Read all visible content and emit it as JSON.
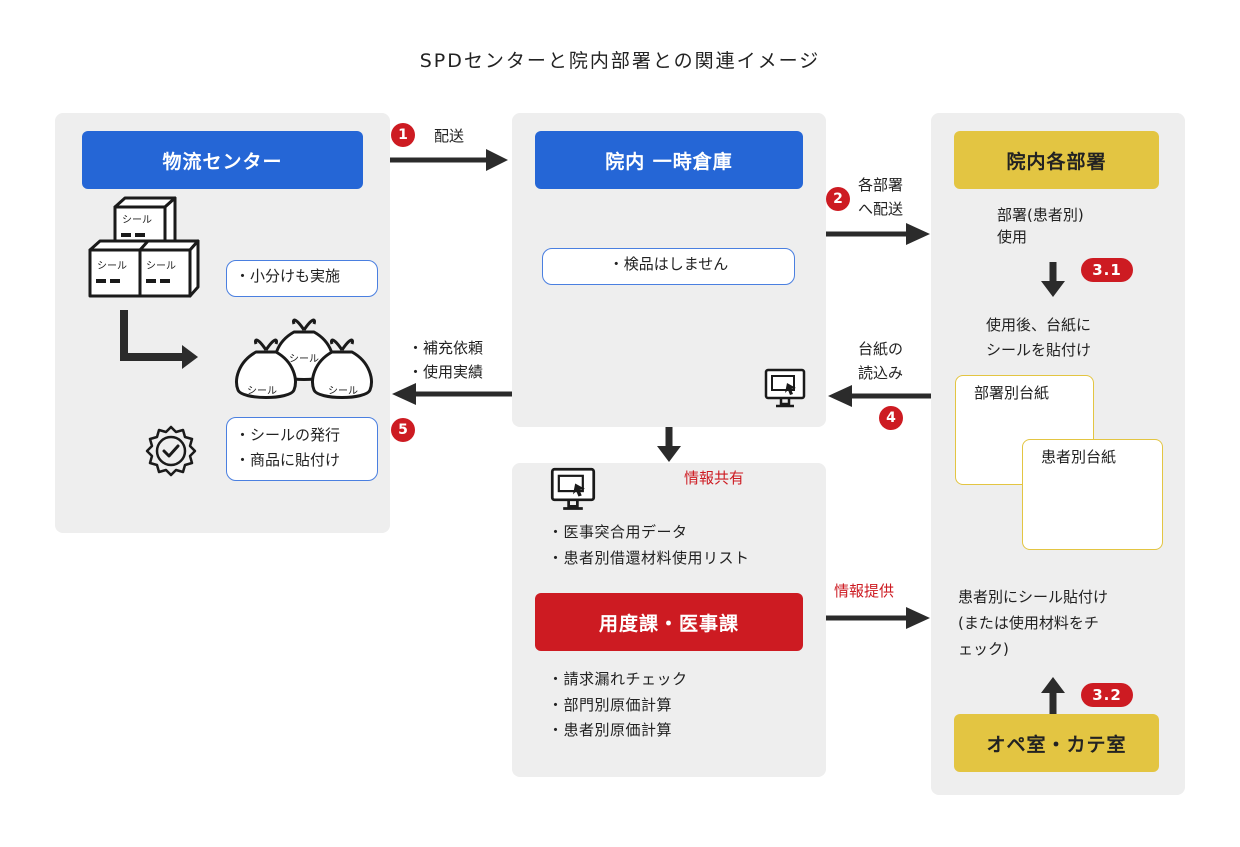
{
  "title": "SPDセンターと院内部署との関連イメージ",
  "logistics": {
    "header": "物流センター",
    "box_label": "シール",
    "bag_label": "シール",
    "note_subdivide": "・小分けも実施",
    "note_issue": [
      "・シールの発行",
      "・商品に貼付け"
    ]
  },
  "warehouse": {
    "header": "院内 一時倉庫",
    "note": "・検品はしません"
  },
  "info": {
    "share_label": "情報共有",
    "data_list": [
      "・医事突合用データ",
      "・患者別借還材料使用リスト"
    ],
    "dept_header": "用度課・医事課",
    "task_list": [
      "・請求漏れチェック",
      "・部門別原価計算",
      "・患者別原価計算"
    ]
  },
  "departments": {
    "header": "院内各部署",
    "usage": [
      "部署(患者別)",
      "使用"
    ],
    "after_use": [
      "使用後、台紙に",
      "シールを貼付け"
    ],
    "card_dept": "部署別台紙",
    "card_patient": "患者別台紙",
    "patient_sticker": [
      "患者別にシール貼付け",
      "(または使用材料をチ",
      "ェック)"
    ],
    "or_header": "オペ室・カテ室"
  },
  "flows": {
    "delivery": {
      "num": "1",
      "label": "配送"
    },
    "dept_delivery": {
      "num": "2",
      "label": [
        "各部署",
        "へ配送"
      ]
    },
    "step31": "3.1",
    "step32": "3.2",
    "mount_read": {
      "num": "4",
      "label": [
        "台紙の",
        "読込み"
      ]
    },
    "replenish": {
      "num": "5",
      "label": [
        "・補充依頼",
        "・使用実績"
      ]
    },
    "info_provide": "情報提供"
  },
  "colors": {
    "blue": "#2566d6",
    "yellow": "#e3c542",
    "red": "#cd1b22",
    "panel": "#eeeeee",
    "arrow": "#2b2b2b"
  }
}
